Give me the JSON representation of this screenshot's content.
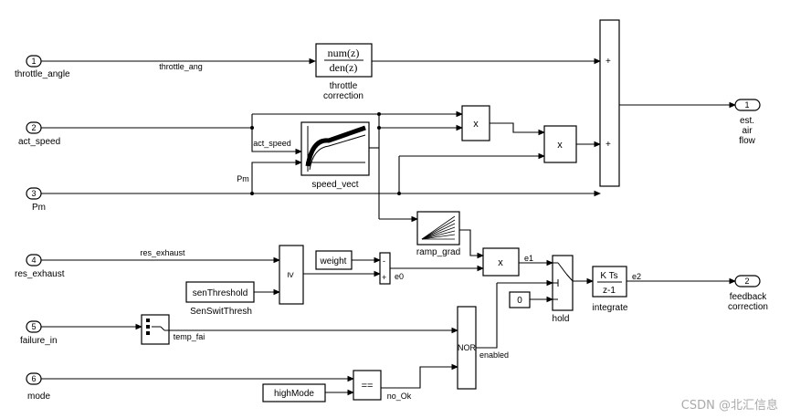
{
  "inports": [
    {
      "num": "1",
      "label": "throttle_angle"
    },
    {
      "num": "2",
      "label": "act_speed"
    },
    {
      "num": "3",
      "label": "Pm"
    },
    {
      "num": "4",
      "label": "res_exhaust"
    },
    {
      "num": "5",
      "label": "failure_in"
    },
    {
      "num": "6",
      "label": "mode"
    }
  ],
  "outports": [
    {
      "num": "1",
      "label_lines": [
        "est.",
        "air",
        "flow"
      ]
    },
    {
      "num": "2",
      "label_lines": [
        "feedback",
        "correction"
      ]
    }
  ],
  "signals": {
    "throttle_ang": "throttle_ang",
    "act_speed": "act_speed",
    "pm": "Pm",
    "res_exhaust": "res_exhaust",
    "e0": "e0",
    "e1": "e1",
    "e2": "e2",
    "temp_fail": "temp_fai",
    "enabled": "enabled",
    "no_ok": "no_Ok"
  },
  "blocks": {
    "throttle_correction": {
      "num": "num(z)",
      "den": "den(z)",
      "label_lines": [
        "throttle",
        "correction"
      ]
    },
    "speed_vect": {
      "label": "speed_vect"
    },
    "ramp_grad": {
      "label": "ramp_grad"
    },
    "mult_symbol": "x",
    "weight": {
      "value": "weight"
    },
    "sen_threshold": {
      "value": "senThreshold",
      "label": "SenSwitThresh"
    },
    "relational": {
      "op": "≥"
    },
    "sum_signs": [
      "-",
      "+"
    ],
    "hold": {
      "label": "hold"
    },
    "zero_const": {
      "value": "0"
    },
    "integrate": {
      "num": "K Ts",
      "den": "z-1",
      "label": "integrate"
    },
    "nor": {
      "op": "NOR"
    },
    "high_mode": {
      "value": "highMode"
    },
    "equals": {
      "op": "=="
    },
    "sum_big_signs": [
      "+",
      "+"
    ]
  },
  "watermark": "CSDN @北汇信息"
}
